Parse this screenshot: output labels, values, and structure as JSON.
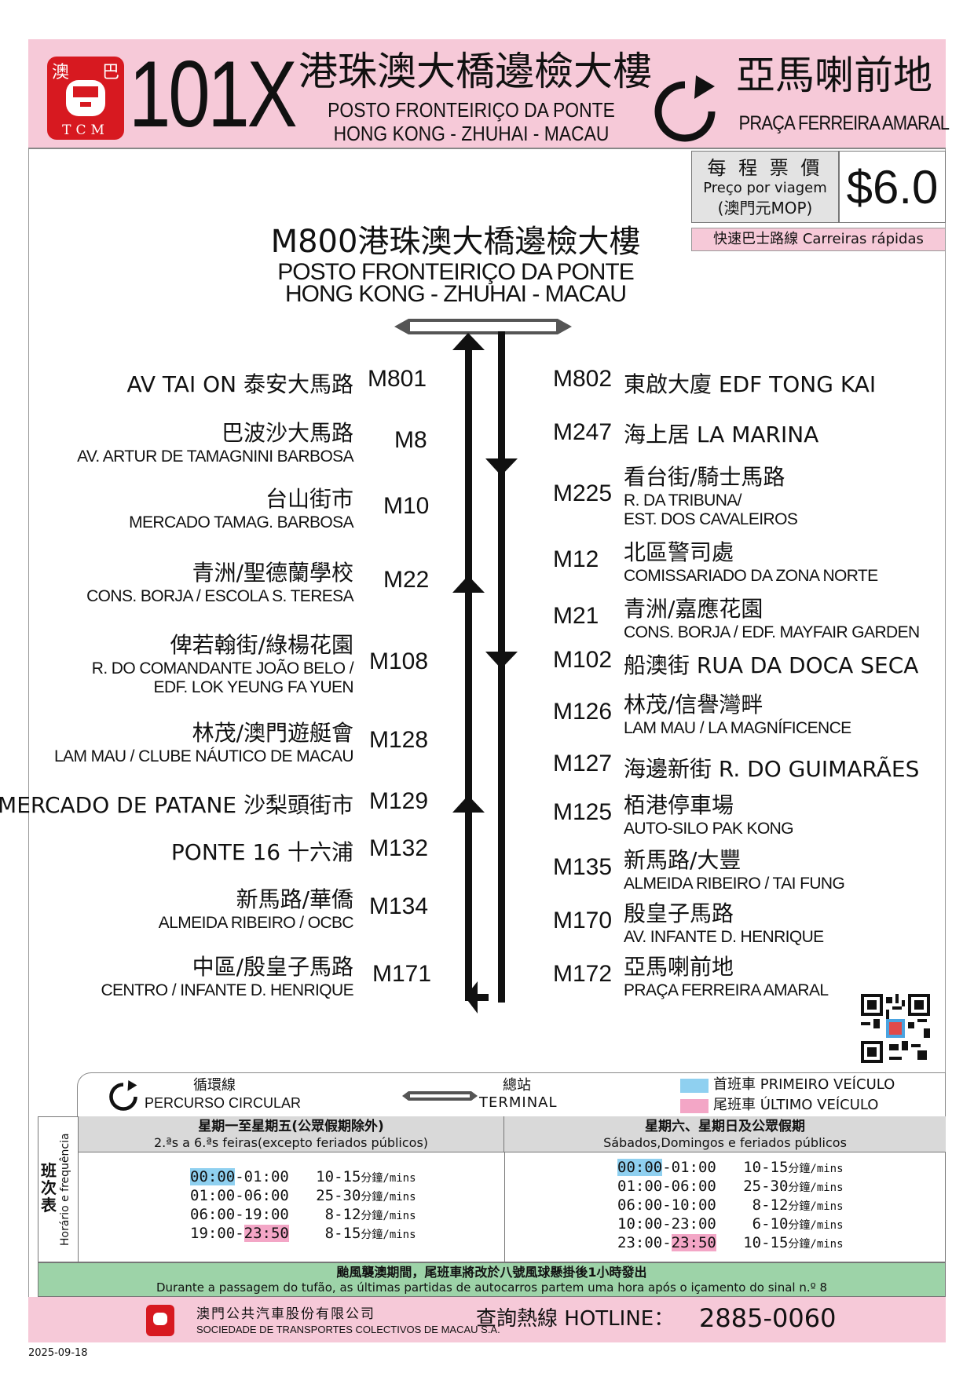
{
  "header": {
    "route_number": "101X",
    "origin_zh": "港珠澳大橋邊檢大樓",
    "origin_pt_line1": "POSTO FRONTEIRIÇO DA PONTE",
    "origin_pt_line2": "HONG KONG - ZHUHAI - MACAU",
    "destination_zh": "亞馬喇前地",
    "destination_pt": "PRAÇA FERREIRA AMARAL",
    "logo_zh_left": "澳",
    "logo_zh_right": "巴",
    "logo_text": "TCM",
    "circular_icon": "circular-arrow-icon"
  },
  "fare": {
    "label_zh": "每 程 票 價",
    "label_pt": "Preço por viagem",
    "currency": "(澳門元MOP)",
    "value": "$6.0"
  },
  "express": {
    "label": "快速巴士路線 Carreiras rápidas"
  },
  "terminal": {
    "code_zh": "M800港珠澳大橋邊檢大樓",
    "pt_line1": "POSTO FRONTEIRIÇO DA PONTE",
    "pt_line2": "HONG KONG - ZHUHAI - MACAU"
  },
  "left_stops": [
    {
      "code": "M801",
      "line1": "AV TAI ON 泰安大馬路",
      "line2": ""
    },
    {
      "code": "M8",
      "line1": "巴波沙大馬路",
      "line2": "AV. ARTUR DE TAMAGNINI BARBOSA"
    },
    {
      "code": "M10",
      "line1": "台山街市",
      "line2": "MERCADO TAMAG. BARBOSA"
    },
    {
      "code": "M22",
      "line1": "青洲/聖德蘭學校",
      "line2": "CONS. BORJA / ESCOLA S. TERESA"
    },
    {
      "code": "M108",
      "line1": "俾若翰街/綠楊花園",
      "line2": "R. DO COMANDANTE JOÃO BELO /",
      "line3": "EDF. LOK YEUNG FA YUEN"
    },
    {
      "code": "M128",
      "line1": "林茂/澳門遊艇會",
      "line2": "LAM MAU / CLUBE NÁUTICO DE MACAU"
    },
    {
      "code": "M129",
      "line1": "MERCADO DE PATANE 沙梨頭街市",
      "line2": ""
    },
    {
      "code": "M132",
      "line1": "PONTE 16 十六浦",
      "line2": ""
    },
    {
      "code": "M134",
      "line1": "新馬路/華僑",
      "line2": "ALMEIDA RIBEIRO / OCBC"
    },
    {
      "code": "M171",
      "line1": "中區/殷皇子馬路",
      "line2": "CENTRO / INFANTE D. HENRIQUE"
    }
  ],
  "right_stops": [
    {
      "code": "M802",
      "line1": "東啟大廈 EDF TONG KAI",
      "line2": ""
    },
    {
      "code": "M247",
      "line1": "海上居 LA MARINA",
      "line2": ""
    },
    {
      "code": "M225",
      "line1": "看台街/騎士馬路",
      "line2": "R. DA TRIBUNA/",
      "line3": "EST. DOS CAVALEIROS"
    },
    {
      "code": "M12",
      "line1": "北區警司處",
      "line2": "COMISSARIADO DA ZONA NORTE"
    },
    {
      "code": "M21",
      "line1": "青洲/嘉應花園",
      "line2": "CONS. BORJA / EDF. MAYFAIR GARDEN"
    },
    {
      "code": "M102",
      "line1": "船澳街 RUA DA DOCA SECA",
      "line2": ""
    },
    {
      "code": "M126",
      "line1": "林茂/信譽灣畔",
      "line2": "LAM MAU / LA MAGNÍFICENCE"
    },
    {
      "code": "M127",
      "line1": "海邊新街 R. DO GUIMARÃES",
      "line2": ""
    },
    {
      "code": "M125",
      "line1": "栢港停車場",
      "line2": "AUTO-SILO PAK KONG"
    },
    {
      "code": "M135",
      "line1": "新馬路/大豐",
      "line2": "ALMEIDA RIBEIRO / TAI FUNG"
    },
    {
      "code": "M170",
      "line1": "殷皇子馬路",
      "line2": "AV. INFANTE D. HENRIQUE"
    },
    {
      "code": "M172",
      "line1": "亞馬喇前地",
      "line2": "PRAÇA FERREIRA AMARAL"
    }
  ],
  "legend": {
    "circular_zh": "循環線",
    "circular_pt": "PERCURSO CIRCULAR",
    "terminal_zh": "總站",
    "terminal_pt": "TERMINAL",
    "first_bus": "首班車 PRIMEIRO VEÍCULO",
    "last_bus": "尾班車 ÚLTIMO VEÍCULO",
    "first_color": "#8fd0f0",
    "last_color": "#f3a6c6"
  },
  "timetable": {
    "side_zh": "班次表",
    "side_pt": "Horário e frequência",
    "weekday_title_zh": "星期一至星期五(公眾假期除外)",
    "weekday_title_pt": "2.ªs a 6.ªs feiras(excepto feriados públicos)",
    "weekend_title_zh": "星期六、星期日及公眾假期",
    "weekend_title_pt": "Sábados,Domingos e feriados públicos",
    "unit": "分鐘/mins",
    "weekday": [
      {
        "from": "00:00",
        "to": "01:00",
        "freq": "10-15"
      },
      {
        "from": "01:00",
        "to": "06:00",
        "freq": "25-30"
      },
      {
        "from": "06:00",
        "to": "19:00",
        "freq": "8-12"
      },
      {
        "from": "19:00",
        "to": "23:50",
        "freq": "8-15"
      }
    ],
    "weekend": [
      {
        "from": "00:00",
        "to": "01:00",
        "freq": "10-15"
      },
      {
        "from": "01:00",
        "to": "06:00",
        "freq": "25-30"
      },
      {
        "from": "06:00",
        "to": "10:00",
        "freq": "8-12"
      },
      {
        "from": "10:00",
        "to": "23:00",
        "freq": "6-10"
      },
      {
        "from": "23:00",
        "to": "23:50",
        "freq": "10-15"
      }
    ]
  },
  "typhoon": {
    "zh": "颱風襲澳期間，尾班車將改於八號風球懸掛後1小時發出",
    "pt": "Durante a passagem do tufão, as últimas partidas de autocarros partem uma hora após o içamento do sinal n.º 8"
  },
  "footer": {
    "company_zh": "澳門公共汽車股份有限公司",
    "company_pt": "SOCIEDADE DE TRANSPORTES COLECTIVOS DE MACAU S.A.",
    "hotline_label": "查詢熱線 HOTLINE：",
    "hotline": "2885-0060",
    "date": "2025-09-18"
  },
  "colors": {
    "pink": "#f6c9d8",
    "red": "#d71920",
    "green": "#9dd3a8",
    "grey": "#d9d9d9"
  }
}
